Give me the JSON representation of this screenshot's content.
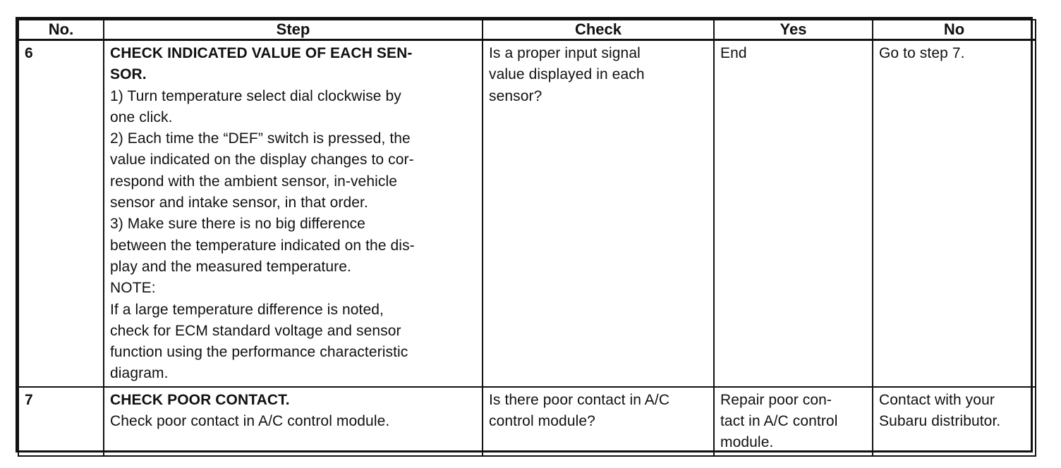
{
  "table": {
    "headers": {
      "no": "No.",
      "step": "Step",
      "check": "Check",
      "yes": "Yes",
      "no_answer": "No"
    },
    "rows": [
      {
        "no": "6",
        "step_title_lines": [
          "CHECK INDICATED VALUE OF EACH SEN-",
          "SOR."
        ],
        "step_lines": [
          "1) Turn temperature select dial clockwise by",
          "one click.",
          "2) Each time the “DEF” switch is pressed, the",
          "value indicated on the display changes to cor-",
          "respond with the ambient sensor, in-vehicle",
          "sensor and intake sensor, in that order.",
          "3) Make sure there is no big difference",
          "between the temperature indicated on the dis-",
          "play and the measured temperature.",
          "NOTE:",
          "If a large temperature difference is noted,",
          "check for ECM standard voltage and sensor",
          "function using the performance characteristic",
          "diagram."
        ],
        "check_lines": [
          "Is a proper input signal",
          "value displayed in each",
          "sensor?"
        ],
        "yes_lines": [
          "End"
        ],
        "no_lines": [
          "Go to step 7."
        ]
      },
      {
        "no": "7",
        "step_title_lines": [
          "CHECK POOR CONTACT."
        ],
        "step_lines": [
          "Check poor contact in A/C control module."
        ],
        "check_lines": [
          "Is there poor contact in A/C",
          "control module?"
        ],
        "yes_lines": [
          "Repair poor con-",
          "tact in A/C control",
          "module."
        ],
        "no_lines": [
          "Contact with your",
          "Subaru distributor."
        ]
      }
    ]
  }
}
